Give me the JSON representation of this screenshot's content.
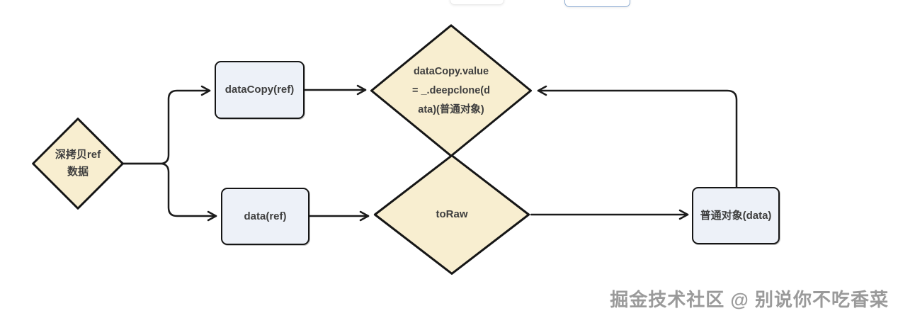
{
  "colors": {
    "diamond_fill": "#f8eed0",
    "rect_fill": "#edf1f8",
    "shape_stroke": "#161616",
    "connector_stroke": "#1b1b1b",
    "node_text": "#3f3f3f",
    "watermark_text": "#9a9a9a",
    "primary_button_border": "#8fadd2"
  },
  "top_buttons": {
    "left_partial_label": "",
    "right_partial_label": ""
  },
  "nodes": {
    "start_diamond": {
      "lines": [
        "深拷贝ref",
        "数据"
      ]
    },
    "datacopy_rect": {
      "label": "dataCopy(ref)"
    },
    "data_rect": {
      "label": "data(ref)"
    },
    "deepclone_diamond": {
      "lines": [
        "dataCopy.value",
        "= _.deepclone(d",
        "ata)(普通对象)"
      ]
    },
    "toraw_diamond": {
      "lines": [
        "toRaw"
      ]
    },
    "plain_object_rect": {
      "label": "普通对象(data)"
    }
  },
  "connectors": [
    {
      "from": "start_diamond",
      "to": "datacopy_rect"
    },
    {
      "from": "start_diamond",
      "to": "data_rect"
    },
    {
      "from": "datacopy_rect",
      "to": "deepclone_diamond"
    },
    {
      "from": "data_rect",
      "to": "toraw_diamond"
    },
    {
      "from": "toraw_diamond",
      "to": "plain_object_rect"
    },
    {
      "from": "plain_object_rect",
      "to": "deepclone_diamond"
    }
  ],
  "watermark": {
    "text": "掘金技术社区 @ 别说你不吃香菜"
  }
}
